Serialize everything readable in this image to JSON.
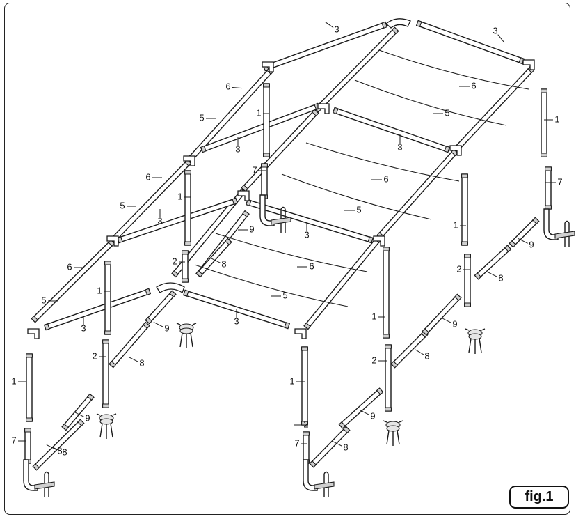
{
  "figure_label": "fig.1",
  "part_numbers": [
    "1",
    "2",
    "3",
    "5",
    "6",
    "7",
    "8",
    "9"
  ],
  "colors": {
    "line": "#1a1a1a",
    "joint_fill": "#d0d0d0",
    "background": "#ffffff"
  },
  "parts": [
    {
      "id": "p3a",
      "number": "3"
    },
    {
      "id": "p3b",
      "number": "3"
    },
    {
      "id": "p6a",
      "number": "6"
    },
    {
      "id": "p5a",
      "number": "5"
    },
    {
      "id": "p1a",
      "number": "1"
    },
    {
      "id": "p3c",
      "number": "3"
    },
    {
      "id": "p6b",
      "number": "6"
    },
    {
      "id": "p5b",
      "number": "5"
    },
    {
      "id": "p1b",
      "number": "1"
    },
    {
      "id": "p7a",
      "number": "7"
    },
    {
      "id": "p1c",
      "number": "1"
    },
    {
      "id": "p7b",
      "number": "7"
    },
    {
      "id": "p6c",
      "number": "6"
    },
    {
      "id": "p5c",
      "number": "5"
    },
    {
      "id": "p3d",
      "number": "3"
    },
    {
      "id": "p3e",
      "number": "3"
    },
    {
      "id": "p6d",
      "number": "6"
    },
    {
      "id": "p5d",
      "number": "5"
    },
    {
      "id": "p9a",
      "number": "9"
    },
    {
      "id": "p3f",
      "number": "3"
    },
    {
      "id": "p2a",
      "number": "2"
    },
    {
      "id": "p8a",
      "number": "8"
    },
    {
      "id": "p6e",
      "number": "6"
    },
    {
      "id": "p5e",
      "number": "5"
    },
    {
      "id": "p1d",
      "number": "1"
    },
    {
      "id": "p1e",
      "number": "1"
    },
    {
      "id": "p9b",
      "number": "9"
    },
    {
      "id": "p2b",
      "number": "2"
    },
    {
      "id": "p8b",
      "number": "8"
    },
    {
      "id": "p3g",
      "number": "3"
    },
    {
      "id": "p2c",
      "number": "2"
    },
    {
      "id": "p8c",
      "number": "8"
    },
    {
      "id": "p9c",
      "number": "9"
    },
    {
      "id": "p5f",
      "number": "5"
    },
    {
      "id": "p6f",
      "number": "6"
    },
    {
      "id": "p3h",
      "number": "3"
    },
    {
      "id": "p9d",
      "number": "9"
    },
    {
      "id": "p1f",
      "number": "1"
    },
    {
      "id": "p1g",
      "number": "1"
    },
    {
      "id": "p2d",
      "number": "2"
    },
    {
      "id": "p8d",
      "number": "8"
    },
    {
      "id": "p9e",
      "number": "9"
    },
    {
      "id": "p2e",
      "number": "2"
    },
    {
      "id": "p8e",
      "number": "8"
    },
    {
      "id": "p1h",
      "number": "1"
    },
    {
      "id": "p7c",
      "number": "7"
    },
    {
      "id": "p8f",
      "number": "8"
    },
    {
      "id": "p9f",
      "number": "9"
    },
    {
      "id": "p7d",
      "number": "7"
    },
    {
      "id": "p8g",
      "number": "8"
    }
  ]
}
